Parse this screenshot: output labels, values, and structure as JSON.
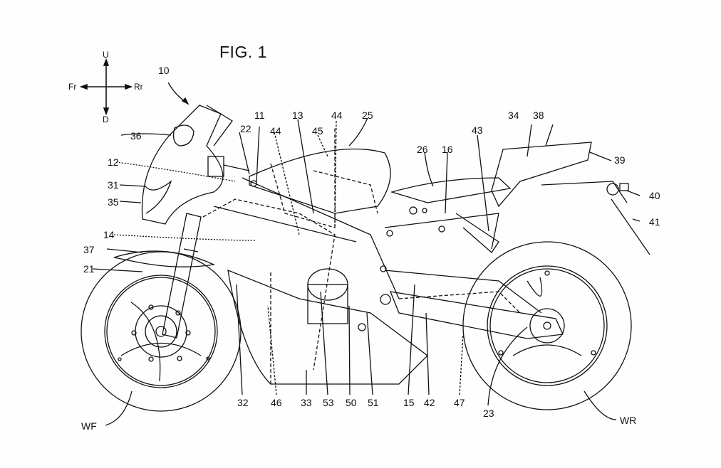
{
  "figure": {
    "title": "FIG. 1",
    "direction_labels": {
      "up": "U",
      "down": "D",
      "front": "Fr",
      "rear": "Rr"
    },
    "vehicle_ref": "10",
    "reference_numerals": [
      "11",
      "12",
      "13",
      "14",
      "15",
      "16",
      "21",
      "22",
      "23",
      "25",
      "26",
      "31",
      "32",
      "33",
      "34",
      "35",
      "36",
      "37",
      "38",
      "39",
      "40",
      "41",
      "42",
      "43",
      "44",
      "44",
      "45",
      "46",
      "47",
      "50",
      "51",
      "53",
      "WF",
      "WR"
    ],
    "labels": {
      "l10": "10",
      "l11": "11",
      "l12": "12",
      "l13": "13",
      "l14": "14",
      "l15": "15",
      "l16": "16",
      "l21": "21",
      "l22": "22",
      "l23": "23",
      "l25": "25",
      "l26": "26",
      "l31": "31",
      "l32": "32",
      "l33": "33",
      "l34": "34",
      "l35": "35",
      "l36": "36",
      "l37": "37",
      "l38": "38",
      "l39": "39",
      "l40": "40",
      "l41": "41",
      "l42": "42",
      "l43": "43",
      "l44a": "44",
      "l44b": "44",
      "l45": "45",
      "l46": "46",
      "l47": "47",
      "l50": "50",
      "l51": "51",
      "l53": "53",
      "lWF": "WF",
      "lWR": "WR"
    }
  }
}
